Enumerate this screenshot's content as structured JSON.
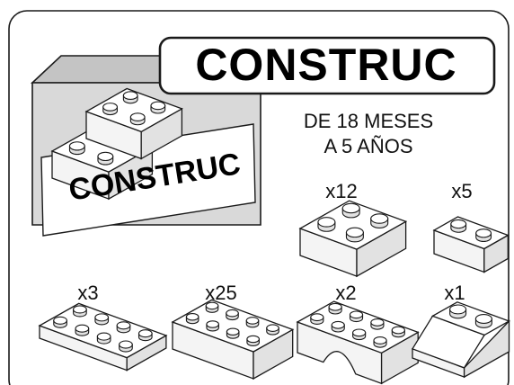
{
  "product": {
    "name": "CONSTRUC",
    "box_label": "CONSTRUC",
    "age_line1": "DE 18 MESES",
    "age_line2": "A 5 AÑOS"
  },
  "contents": [
    {
      "piece": "brick-2x2",
      "quantity": "x12"
    },
    {
      "piece": "brick-2x1",
      "quantity": "x5"
    },
    {
      "piece": "plate-2x4",
      "quantity": "x3"
    },
    {
      "piece": "brick-2x4",
      "quantity": "x25"
    },
    {
      "piece": "arch-2x4",
      "quantity": "x2"
    },
    {
      "piece": "slope-2x2",
      "quantity": "x1"
    }
  ],
  "colors": {
    "line": "#1a1a1a",
    "box_face": "#d9d9d9",
    "box_top": "#c4c4c4",
    "brick_front": "#f4f4f4",
    "brick_side": "#e2e2e2",
    "brick_top": "#ffffff"
  }
}
